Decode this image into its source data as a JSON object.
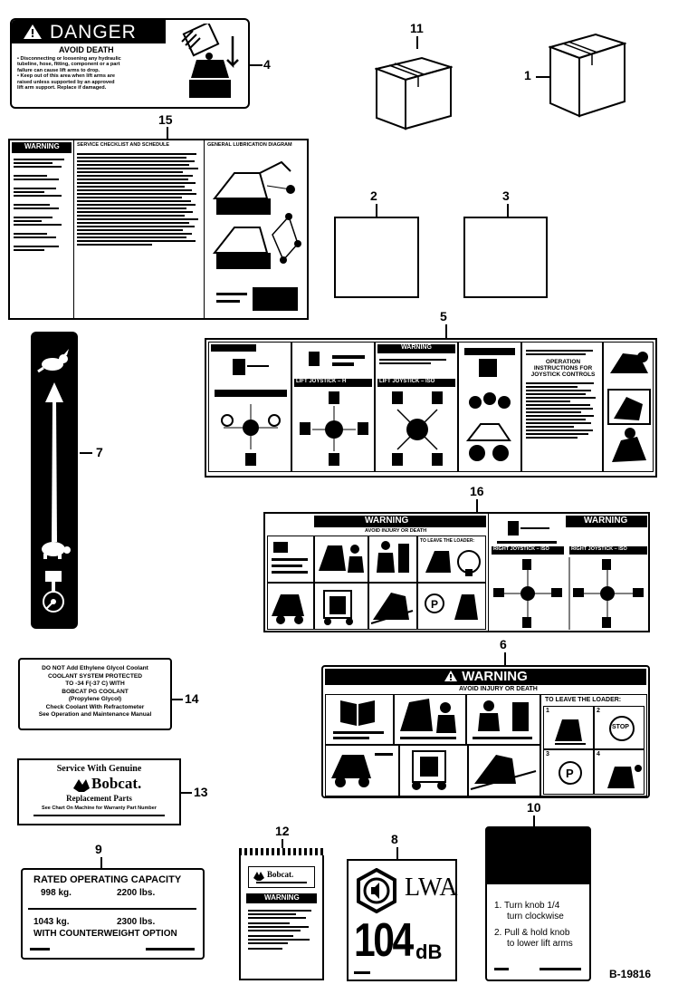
{
  "callouts": [
    "11",
    "1",
    "4",
    "15",
    "2",
    "3",
    "5",
    "7",
    "16",
    "6",
    "14",
    "13",
    "10",
    "9",
    "12",
    "8"
  ],
  "decal_4": {
    "header": "DANGER",
    "title": "AVOID DEATH",
    "lines": [
      "• Disconnecting or loosening any hydraulic",
      "tubeline, hose, fitting, component or a part",
      "failure can cause lift arms to drop.",
      "• Keep out of this area when lift arms are",
      "raised unless supported by an approved",
      "lift arm support. Replace if damaged."
    ]
  },
  "decal_15": {
    "header": "WARNING",
    "col2": "SERVICE CHECKLIST AND SCHEDULE",
    "col3": "GENERAL LUBRICATION DIAGRAM"
  },
  "decal_5": {
    "header": "WARNING",
    "title_right": "OPERATION INSTRUCTIONS FOR JOYSTICK CONTROLS",
    "lift_a": "LIFT JOYSTICK – H",
    "lift_b": "LIFT JOYSTICK – ISO"
  },
  "decal_16": {
    "header": "WARNING",
    "sub": "AVOID INJURY OR DEATH",
    "leave": "TO LEAVE THE LOADER:",
    "header2": "WARNING",
    "joy_a": "RIGHT JOYSTICK – ISO",
    "joy_b": "RIGHT JOYSTICK – ISO"
  },
  "decal_6": {
    "header": "WARNING",
    "sub": "AVOID INJURY OR DEATH",
    "leave": "TO LEAVE THE LOADER:",
    "stop": "STOP",
    "cells": [
      "1",
      "2",
      "3",
      "4"
    ]
  },
  "decal_14": {
    "lines": [
      "DO NOT Add Ethylene Glycol Coolant",
      "COOLANT SYSTEM PROTECTED",
      "TO -34 F(-37 C) WITH",
      "BOBCAT PG COOLANT",
      "(Propylene Glycol)",
      "Check Coolant With Refractometer",
      "See Operation and Maintenance Manual"
    ]
  },
  "decal_13": {
    "top": "Service With Genuine",
    "brand": "Bobcat.",
    "sub": "Replacement Parts",
    "foot": "See Chart On Machine for Warranty Part Number"
  },
  "decal_9": {
    "title": "RATED OPERATING CAPACITY",
    "kg1": "998 kg.",
    "lbs1": "2200 lbs.",
    "kg2": "1043 kg.",
    "lbs2": "2300 lbs.",
    "option": "WITH COUNTERWEIGHT OPTION"
  },
  "decal_12": {
    "brand": "Bobcat.",
    "warning": "WARNING"
  },
  "decal_8": {
    "lwa": "LWA",
    "value": "104",
    "unit": "dB"
  },
  "decal_10": {
    "line1a": "1. Turn knob 1/4",
    "line1b": "turn clockwise",
    "line2a": "2. Pull & hold knob",
    "line2b": "to lower lift arms"
  },
  "figure_id": "B-19816"
}
